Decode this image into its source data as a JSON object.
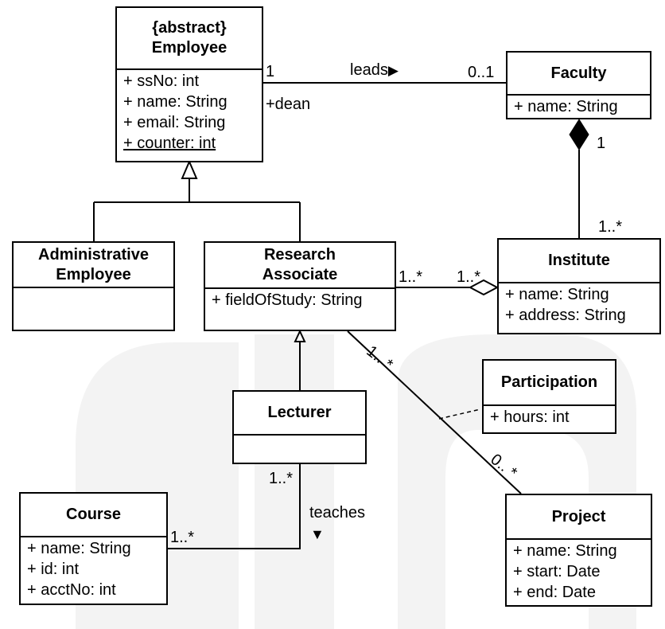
{
  "classes": {
    "employee": {
      "stereotype": "{abstract}",
      "name": "Employee",
      "attrs": [
        "+ ssNo: int",
        "+ name: String",
        "+ email: String",
        "+ counter: int"
      ]
    },
    "faculty": {
      "name": "Faculty",
      "attrs": [
        "+ name: String"
      ]
    },
    "admin": {
      "line1": "Administrative",
      "line2": "Employee"
    },
    "research": {
      "line1": "Research",
      "line2": "Associate",
      "attrs": [
        "+ fieldOfStudy: String"
      ]
    },
    "institute": {
      "name": "Institute",
      "attrs": [
        "+ name: String",
        "+ address: String"
      ]
    },
    "participation": {
      "name": "Participation",
      "attrs": [
        "+ hours: int"
      ]
    },
    "lecturer": {
      "name": "Lecturer"
    },
    "course": {
      "name": "Course",
      "attrs": [
        "+ name: String",
        "+ id: int",
        "+ acctNo: int"
      ]
    },
    "project": {
      "name": "Project",
      "attrs": [
        "+ name: String",
        "+ start: Date",
        "+ end: Date"
      ]
    }
  },
  "associations": {
    "leads": {
      "label": "leads",
      "arrow": "▶",
      "employee_mult": "1",
      "faculty_mult": "0..1",
      "role": "+dean"
    },
    "faculty_institute": {
      "faculty_mult": "1",
      "institute_mult": "1..*"
    },
    "research_institute": {
      "research_mult": "1..*",
      "institute_mult": "1..*"
    },
    "research_project": {
      "research_mult": "1.. *",
      "project_mult": "0.. *"
    },
    "teaches": {
      "label": "teaches",
      "arrow": "▼",
      "lecturer_mult": "1..*",
      "course_mult": "1..*"
    }
  },
  "colors": {
    "line": "#000000",
    "background": "#ffffff",
    "watermark": "#f2f2f2"
  }
}
